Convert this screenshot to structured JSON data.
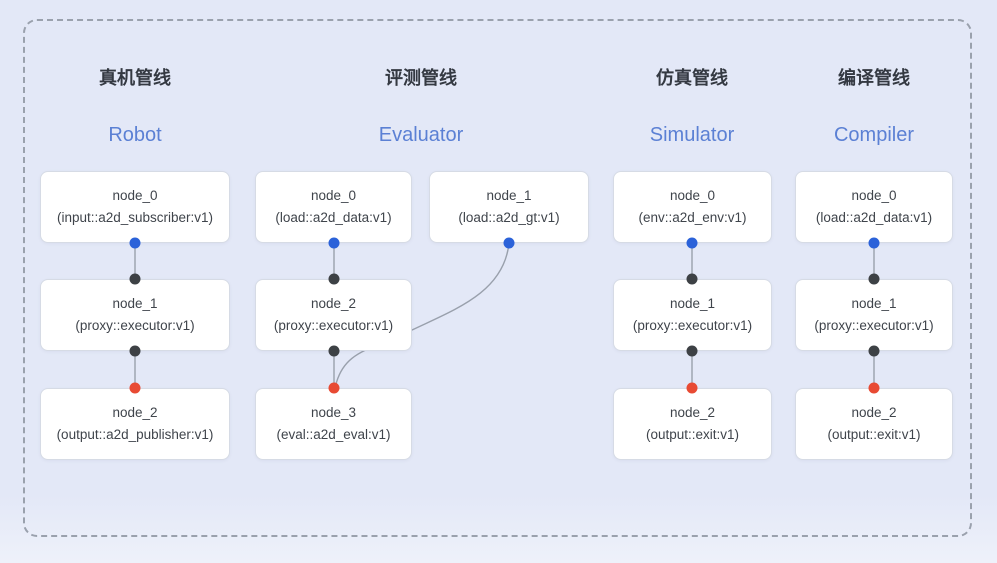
{
  "diagram": {
    "pipelines": [
      {
        "title_cn": "真机管线",
        "title_en": "Robot",
        "nodes": [
          {
            "name": "node_0",
            "type": "(input::a2d_subscriber:v1)"
          },
          {
            "name": "node_1",
            "type": "(proxy::executor:v1)"
          },
          {
            "name": "node_2",
            "type": "(output::a2d_publisher:v1)"
          }
        ]
      },
      {
        "title_cn": "评测管线",
        "title_en": "Evaluator",
        "nodes": [
          {
            "name": "node_0",
            "type": "(load::a2d_data:v1)"
          },
          {
            "name": "node_1",
            "type": "(load::a2d_gt:v1)"
          },
          {
            "name": "node_2",
            "type": "(proxy::executor:v1)"
          },
          {
            "name": "node_3",
            "type": "(eval::a2d_eval:v1)"
          }
        ]
      },
      {
        "title_cn": "仿真管线",
        "title_en": "Simulator",
        "nodes": [
          {
            "name": "node_0",
            "type": "(env::a2d_env:v1)"
          },
          {
            "name": "node_1",
            "type": "(proxy::executor:v1)"
          },
          {
            "name": "node_2",
            "type": "(output::exit:v1)"
          }
        ]
      },
      {
        "title_cn": "编译管线",
        "title_en": "Compiler",
        "nodes": [
          {
            "name": "node_0",
            "type": "(load::a2d_data:v1)"
          },
          {
            "name": "node_1",
            "type": "(proxy::executor:v1)"
          },
          {
            "name": "node_2",
            "type": "(output::exit:v1)"
          }
        ]
      }
    ],
    "colors": {
      "background": "#e3e8f7",
      "frame_dash": "#9aa1ad",
      "node_border": "#d6dbe5",
      "edge": "#99a0ac",
      "title_en": "#5b80d4",
      "port_blue": "#2b62d9",
      "port_dark": "#3d4145",
      "port_red": "#e84a33"
    }
  }
}
